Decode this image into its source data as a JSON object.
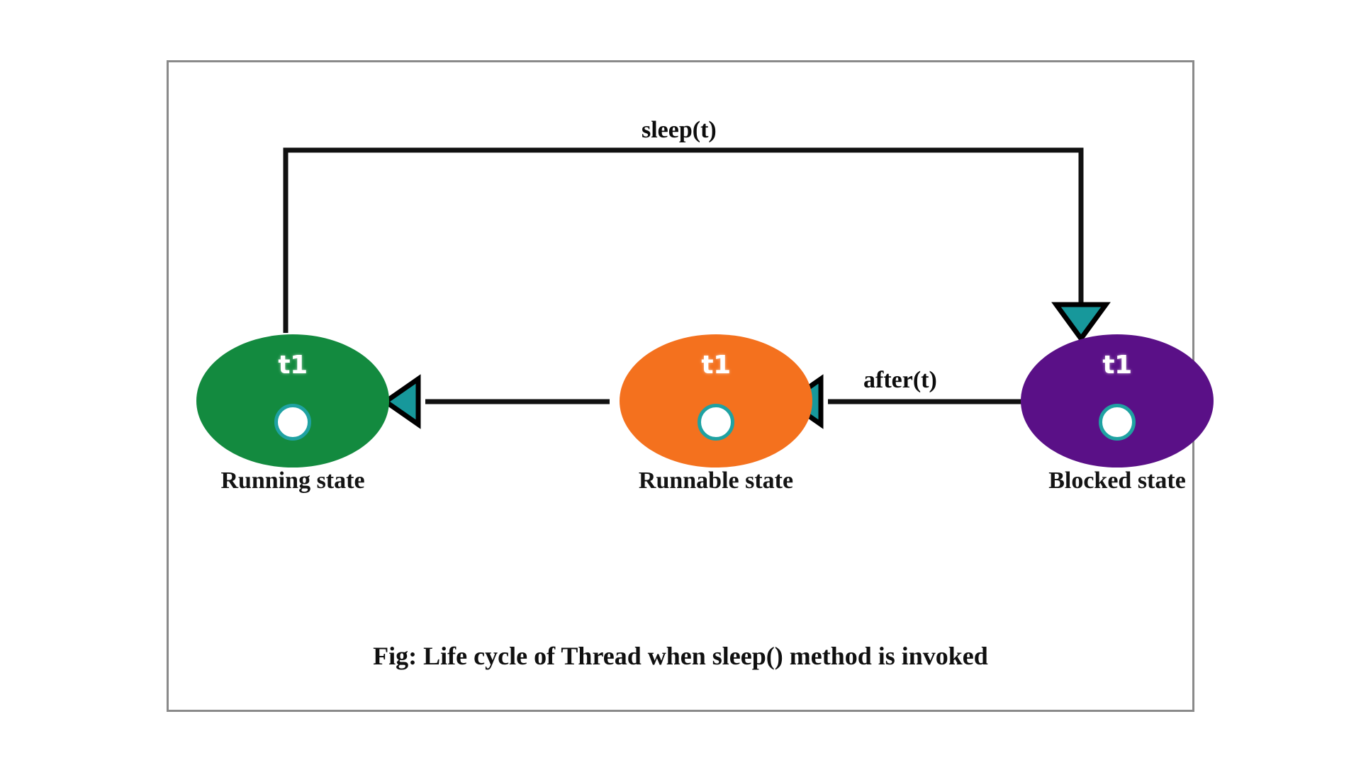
{
  "figure": {
    "caption": "Fig: Life cycle of Thread when sleep() method is invoked",
    "frame_color": "#8a8a8a",
    "background": "#ffffff"
  },
  "palette": {
    "running": "#138a3f",
    "runnable": "#f4711e",
    "blocked": "#5a1087",
    "arrow_fill": "#17989b",
    "arrow_stroke": "#000000",
    "connector": "#111111",
    "dot_fill": "#ffffff",
    "dot_ring": "#1fa2a2",
    "label_text": "#101010",
    "thread_text": "#ffffff"
  },
  "nodes": [
    {
      "id": "running",
      "thread_label": "t1",
      "caption": "Running state",
      "color": "#138a3f"
    },
    {
      "id": "runnable",
      "thread_label": "t1",
      "caption": "Runnable state",
      "color": "#f4711e"
    },
    {
      "id": "blocked",
      "thread_label": "t1",
      "caption": "Blocked state",
      "color": "#5a1087"
    }
  ],
  "edges": [
    {
      "id": "sleep",
      "label": "sleep(t)",
      "from": "running",
      "to": "blocked",
      "shape": "top-routed"
    },
    {
      "id": "after",
      "label": "after(t)",
      "from": "blocked",
      "to": "runnable",
      "shape": "straight"
    },
    {
      "id": "schedule",
      "label": "",
      "from": "runnable",
      "to": "running",
      "shape": "straight"
    }
  ]
}
